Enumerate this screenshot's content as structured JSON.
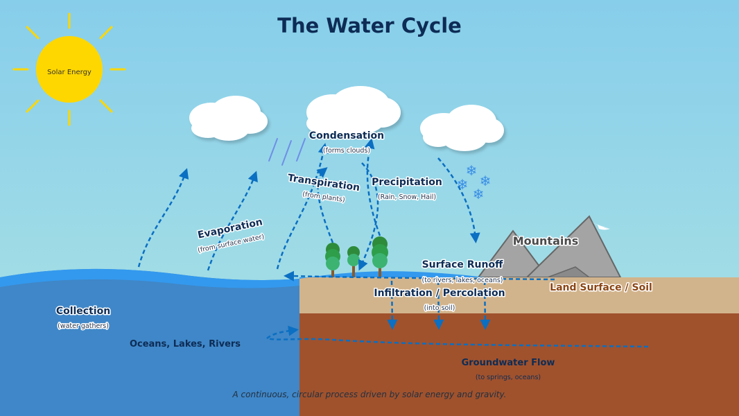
{
  "title": "The Water Cycle",
  "sun": {
    "label": "Solar Energy"
  },
  "labels": {
    "condensation": "Condensation",
    "condensation_sub": "(forms clouds)",
    "transpiration": "Transpiration",
    "transpiration_sub": "(from plants)",
    "precipitation": "Precipitation",
    "precipitation_sub": "(Rain, Snow, Hail)",
    "evaporation": "Evaporation",
    "evaporation_sub": "(from surface water)",
    "mountains": "Mountains",
    "surface_runoff": "Surface Runoff",
    "surface_runoff_sub": "(to rivers, lakes, oceans)",
    "land_surface": "Land Surface / Soil",
    "infiltration": "Infiltration / Percolation",
    "infiltration_sub": "(into soil)",
    "collection": "Collection",
    "collection_sub": "(water gathers)",
    "oceans": "Oceans, Lakes, Rivers",
    "groundwater": "Groundwater Flow",
    "groundwater_sub": "(to springs, oceans)"
  },
  "caption": "A continuous, circular process driven by solar energy and gravity.",
  "colors": {
    "sky_top": "#87ceeb",
    "sky_bottom": "#a8e0e0",
    "sun": "#ffd700",
    "ocean": "#3f87c8",
    "wave": "#3399ee",
    "soil_top": "#d2b48c",
    "soil_bottom": "#a0522d",
    "arrow": "#0b6fc2",
    "tree": "#2e8b3a"
  }
}
